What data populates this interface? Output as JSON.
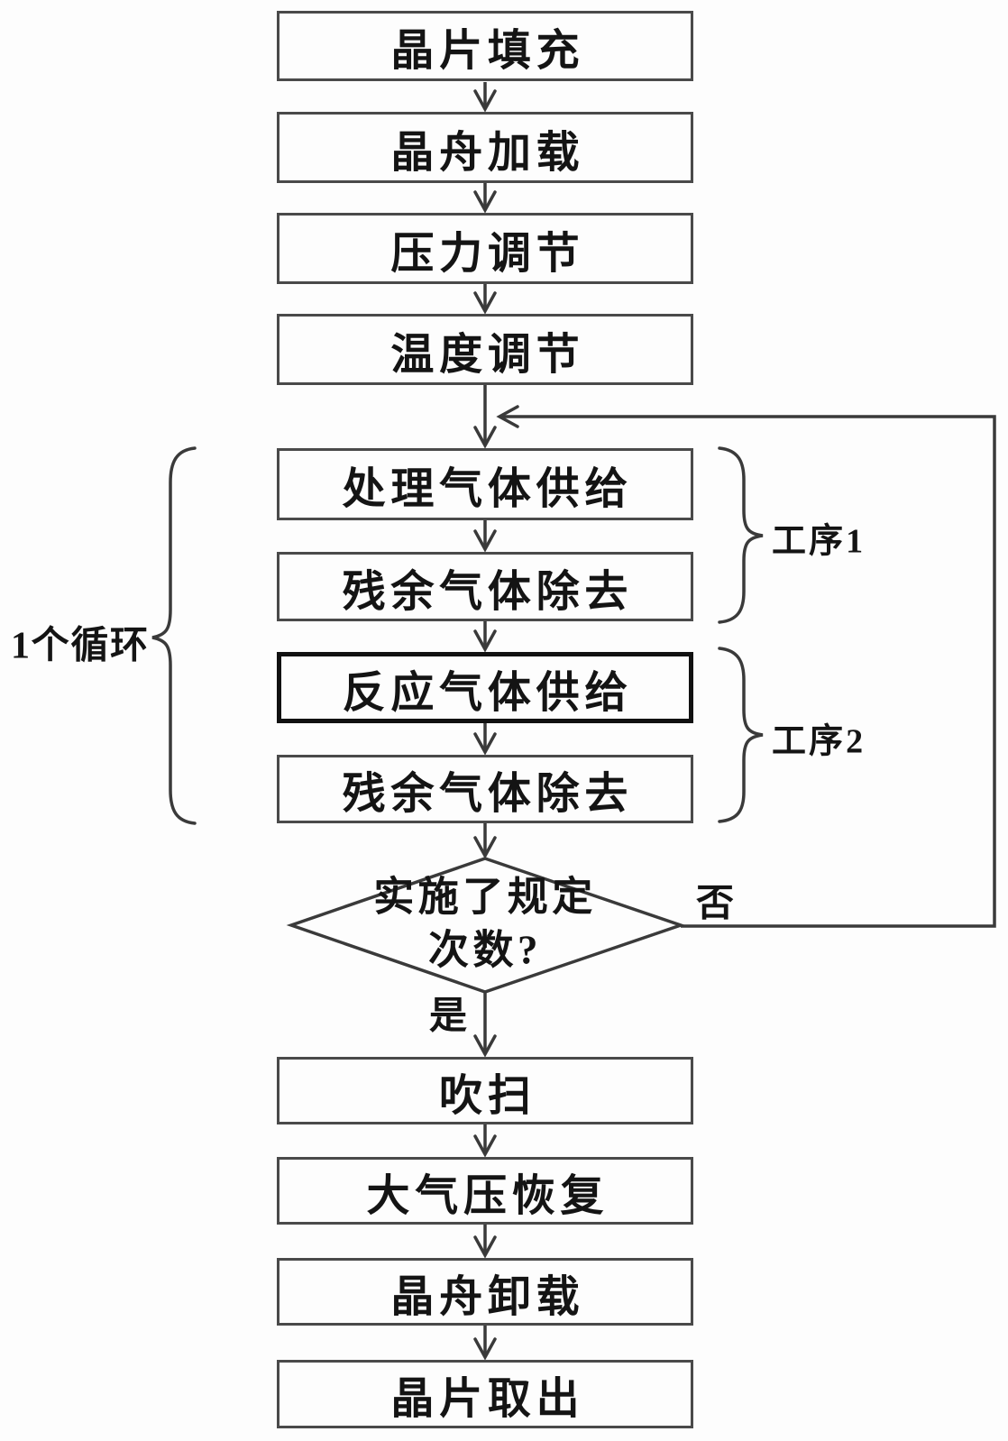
{
  "diagram": {
    "type": "flowchart",
    "language": "zh",
    "boxes": [
      {
        "label": "晶片填充"
      },
      {
        "label": "晶舟加载"
      },
      {
        "label": "压力调节"
      },
      {
        "label": "温度调节"
      },
      {
        "label": "处理气体供给"
      },
      {
        "label": "残余气体除去"
      },
      {
        "label": "反应气体供给",
        "emphasis": true
      },
      {
        "label": "残余气体除去"
      },
      {
        "label": "吹扫"
      },
      {
        "label": "大气压恢复"
      },
      {
        "label": "晶舟卸载"
      },
      {
        "label": "晶片取出"
      }
    ],
    "decision": {
      "line1": "实施了规定",
      "line2": "次数?"
    },
    "branches": {
      "no": "否",
      "yes": "是"
    },
    "annotations": {
      "cycle": "1个循环",
      "step1": "工序1",
      "step2": "工序2"
    },
    "colors": {
      "line": "#3a3a3a",
      "text": "#141414",
      "background": "#fdfdfd"
    }
  }
}
